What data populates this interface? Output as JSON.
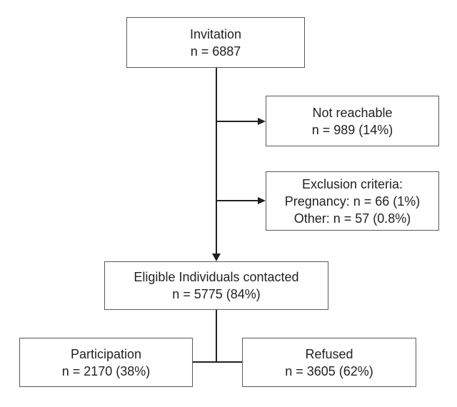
{
  "diagram": {
    "kind": "participant-flow-chart",
    "background_color": "#ffffff",
    "box_border_color": "#58595b",
    "connector_color": "#231f20",
    "text_color": "#231f20",
    "nodes": {
      "invitation": {
        "lines": [
          "Invitation",
          "n = 6887"
        ]
      },
      "not_reachable": {
        "lines": [
          "Not reachable",
          "n = 989 (14%)"
        ]
      },
      "exclusion": {
        "lines": [
          "Exclusion criteria:",
          "Pregnancy: n = 66 (1%)",
          "Other: n = 57 (0.8%)"
        ]
      },
      "eligible": {
        "lines": [
          "Eligible Individuals contacted",
          "n = 5775 (84%)"
        ]
      },
      "participation": {
        "lines": [
          "Participation",
          "n = 2170 (38%)"
        ]
      },
      "refused": {
        "lines": [
          "Refused",
          "n = 3605 (62%)"
        ]
      }
    },
    "edges": [
      "invitation -> eligible (arrow down)",
      "invitation/eligible trunk -> not_reachable (arrow right)",
      "invitation/eligible trunk -> exclusion (arrow right)",
      "eligible -> participation (plain line)",
      "eligible -> refused (plain line)"
    ]
  }
}
